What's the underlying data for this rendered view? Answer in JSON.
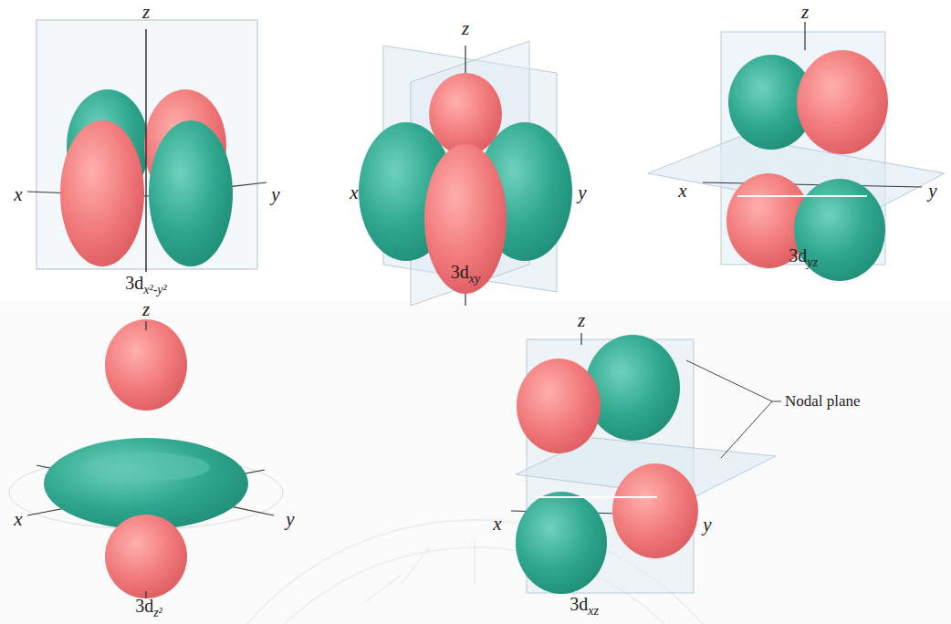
{
  "diagram": {
    "labels": [
      "z",
      "x",
      "y",
      "3dx²-y²",
      "z",
      "x",
      "y",
      "3dxy",
      "z",
      "x",
      "y",
      "3dyz",
      "z",
      "x",
      "y",
      "3dz²",
      "z",
      "x",
      "y",
      "3dxz",
      "Nodal plane"
    ]
  }
}
